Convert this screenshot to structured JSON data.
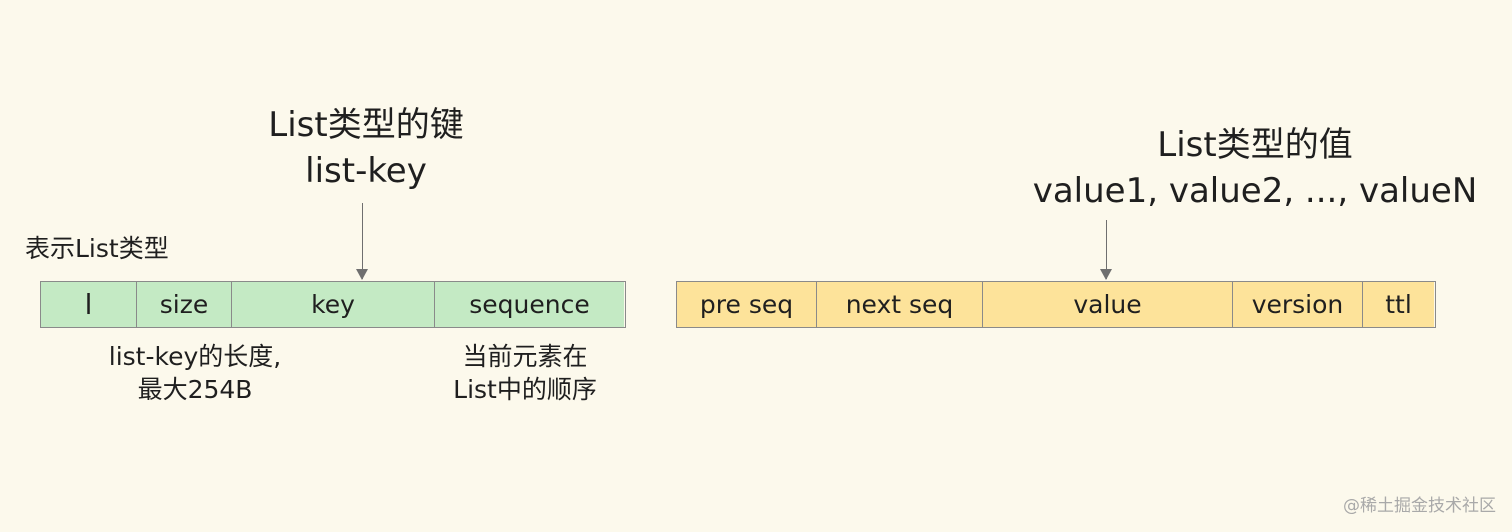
{
  "key_section": {
    "title_line1": "List类型的键",
    "title_line2": "list-key",
    "type_label": "表示List类型",
    "fields": [
      "l",
      "size",
      "key",
      "sequence"
    ],
    "size_note_line1": "list-key的长度,",
    "size_note_line2": "最大254B",
    "sequence_note_line1": "当前元素在",
    "sequence_note_line2": "List中的顺序"
  },
  "value_section": {
    "title_line1": "List类型的值",
    "title_line2": "value1, value2, ..., valueN",
    "fields": [
      "pre seq",
      "next seq",
      "value",
      "version",
      "ttl"
    ]
  },
  "watermark": "@稀土掘金技术社区",
  "colors": {
    "background": "#fcf9ec",
    "key_fill": "#c4eac4",
    "value_fill": "#fde39a",
    "border": "#8a8a8a"
  }
}
